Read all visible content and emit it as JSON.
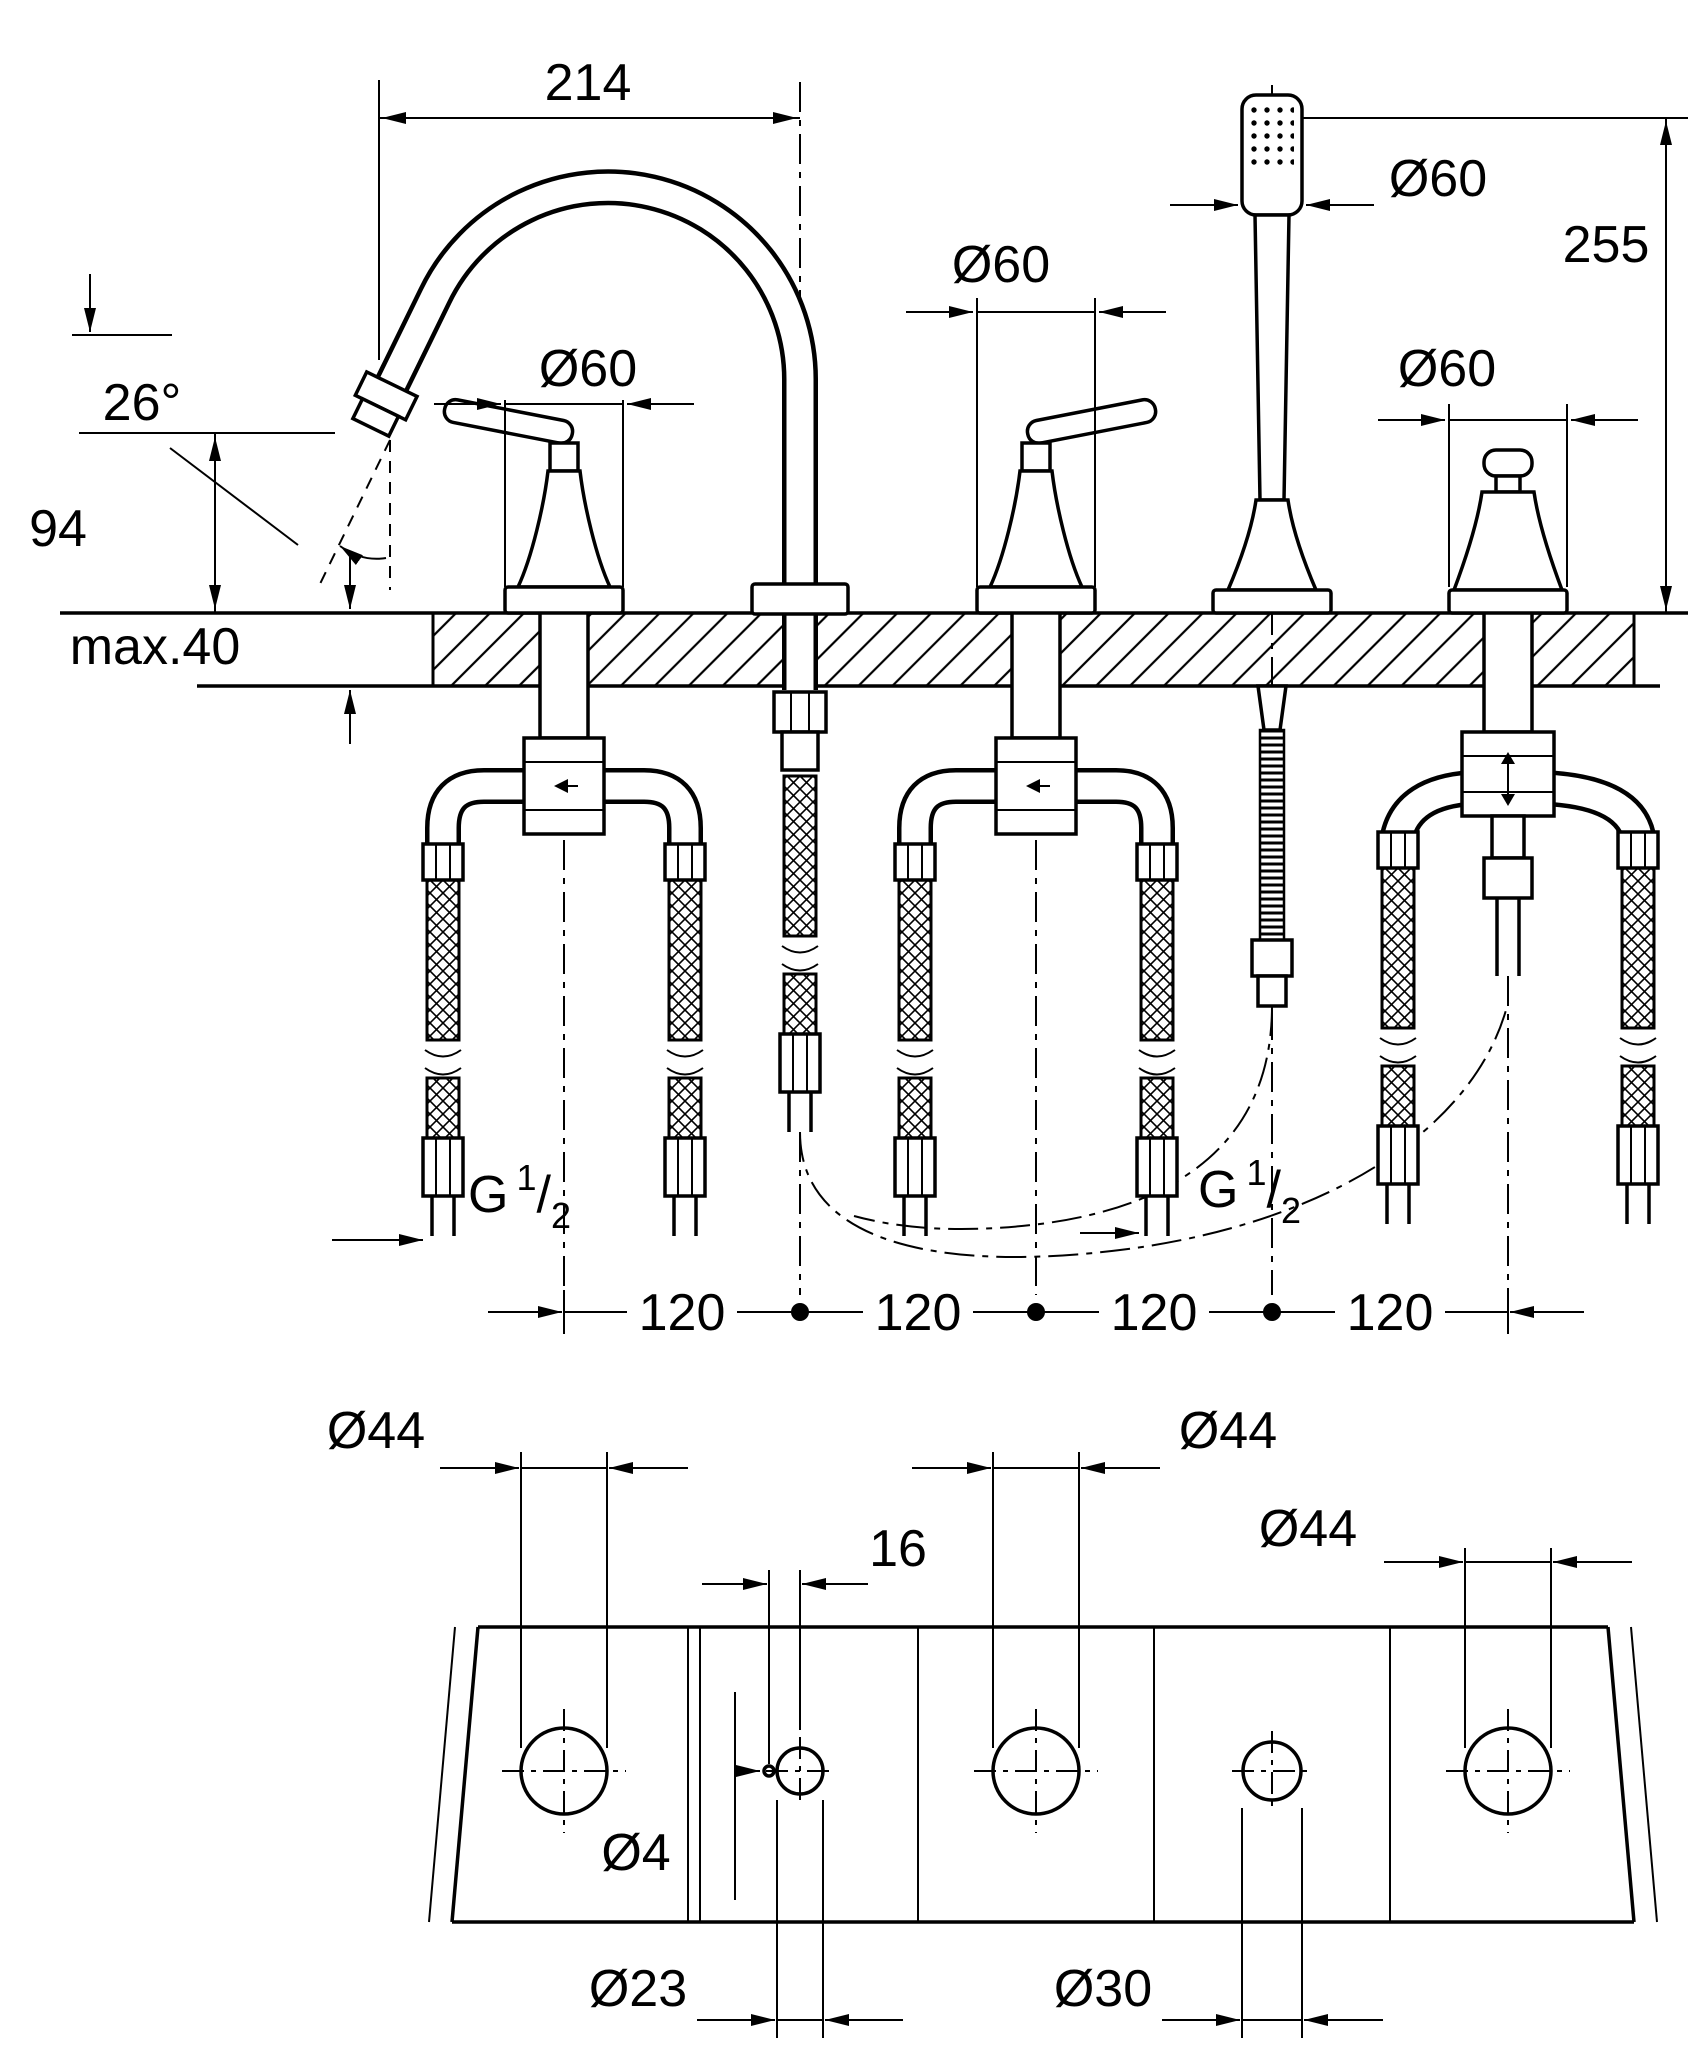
{
  "drawing": {
    "background": "#ffffff",
    "line_color": "#000000",
    "side_view": {
      "spout_reach": "214",
      "spray_angle": "26°",
      "spout_outlet_height": "94",
      "deck_thickness_max": "max.40",
      "handle_left_escutcheon_dia": "Ø60",
      "handle_right_escutcheon_dia": "Ø60",
      "handshower_dia": "Ø60",
      "handshower_height": "255",
      "diverter_escutcheon_dia": "Ø60",
      "thread_left": {
        "prefix": "G",
        "numerator": "1",
        "slash": "/",
        "denominator": "2"
      },
      "thread_right": {
        "prefix": "G",
        "numerator": "1",
        "slash": "/",
        "denominator": "2"
      },
      "hole_spacing": [
        "120",
        "120",
        "120",
        "120"
      ]
    },
    "plan_view": {
      "hole1_dia": "Ø44",
      "hole2_dia": "Ø23",
      "hole3_dia": "Ø44",
      "hole4_dia": "Ø30",
      "hole5_dia": "Ø44",
      "pin_hole_dia": "Ø4",
      "pin_hole_offset": "16"
    }
  }
}
